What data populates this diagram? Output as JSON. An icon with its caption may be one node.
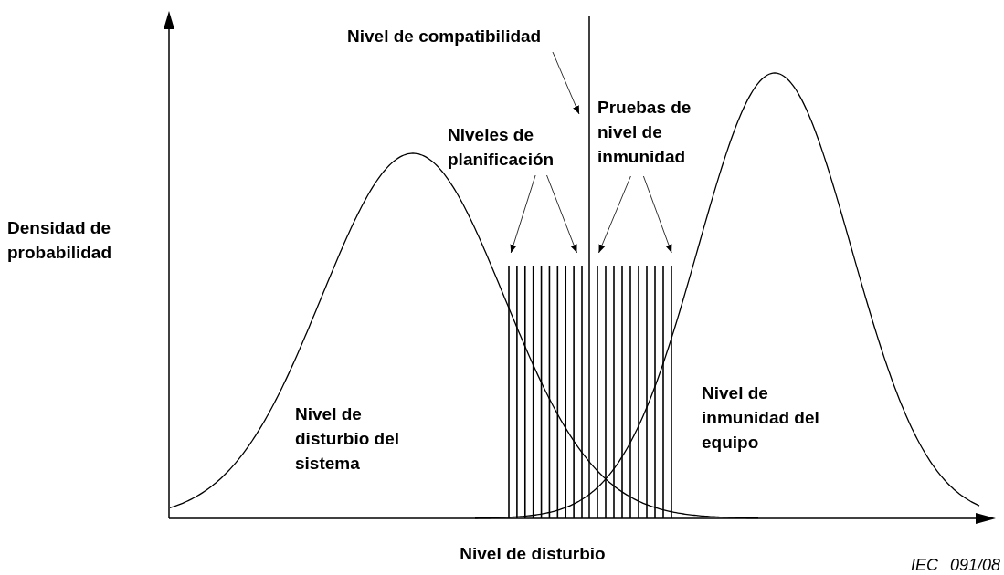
{
  "diagram": {
    "nodes": [
      {
        "text": [
          "Nivel de compatibilidad"
        ]
      },
      {
        "text": [],
        "shape": "line"
      },
      {
        "text": [
          "Niveles de planificación"
        ]
      },
      {
        "text": [
          "Pruebas de nivel de inmunidad"
        ]
      },
      {
        "text": [],
        "shape": "lines"
      },
      {
        "text": [],
        "shape": "lines"
      }
    ],
    "edges": [
      {
        "from": 0,
        "to": 1,
        "arrow": "to"
      },
      {
        "from": 2,
        "to": 4,
        "arrow": "to"
      },
      {
        "from": 2,
        "to": 4,
        "arrow": "to"
      },
      {
        "from": 3,
        "to": 5,
        "arrow": "to"
      },
      {
        "from": 3,
        "to": 5,
        "arrow": "to"
      }
    ],
    "labels": [
      "Densidad de probabilidad",
      "Nivel de disturbio del sistema",
      "Nivel de inmunidad del equipo",
      "Nivel de disturbio",
      "IEC 091/08"
    ]
  }
}
